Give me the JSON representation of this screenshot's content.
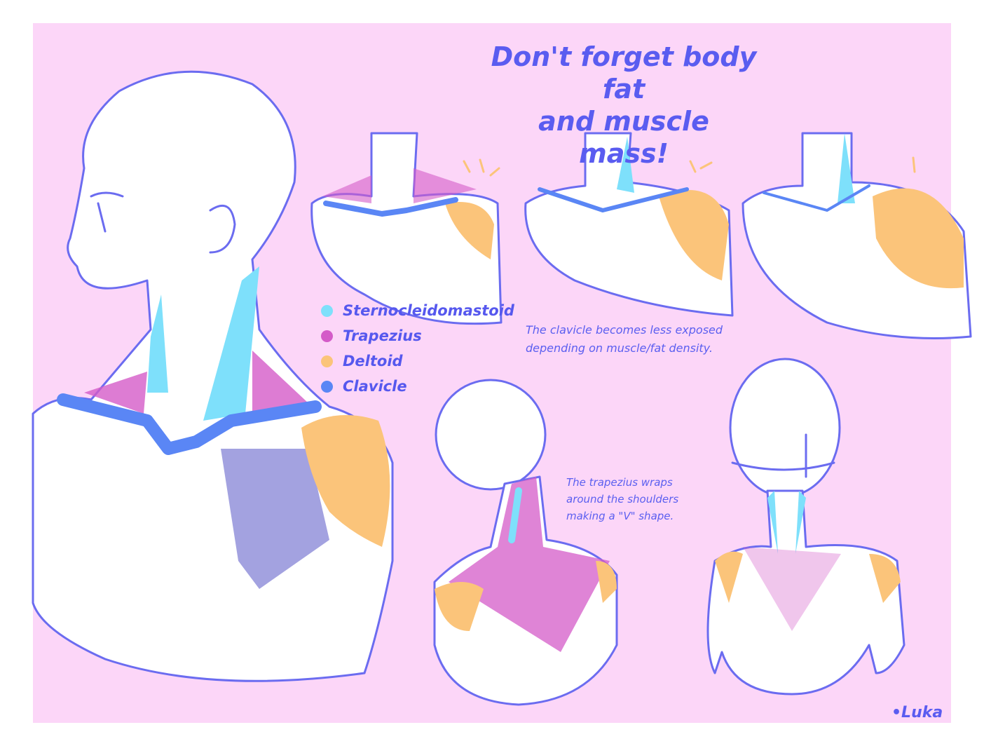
{
  "title": {
    "line1": "Don't forget body fat",
    "line2": "and muscle mass!"
  },
  "legend": [
    {
      "label": "Sternocleidomastoid",
      "color": "#7ee0fb"
    },
    {
      "label": "Trapezius",
      "color": "#d45bc8"
    },
    {
      "label": "Deltoid",
      "color": "#fbc47a"
    },
    {
      "label": "Clavicle",
      "color": "#5a86f5"
    }
  ],
  "notes": {
    "clavicle_line1": "The clavicle becomes less exposed",
    "clavicle_line2": "depending on muscle/fat density.",
    "trapezius_line1": "The trapezius wraps",
    "trapezius_line2": "around the shoulders",
    "trapezius_line3": "making a \"V\" shape."
  },
  "signature": "•Luka",
  "colors": {
    "background": "#fcd6f8",
    "line": "#6b6cf0",
    "skin": "#ffffff",
    "sterno": "#7ee0fb",
    "trapezius": "#d45bc8",
    "deltoid": "#fbc47a",
    "clavicle": "#5a86f5",
    "pectoral": "#a3a2e0"
  }
}
